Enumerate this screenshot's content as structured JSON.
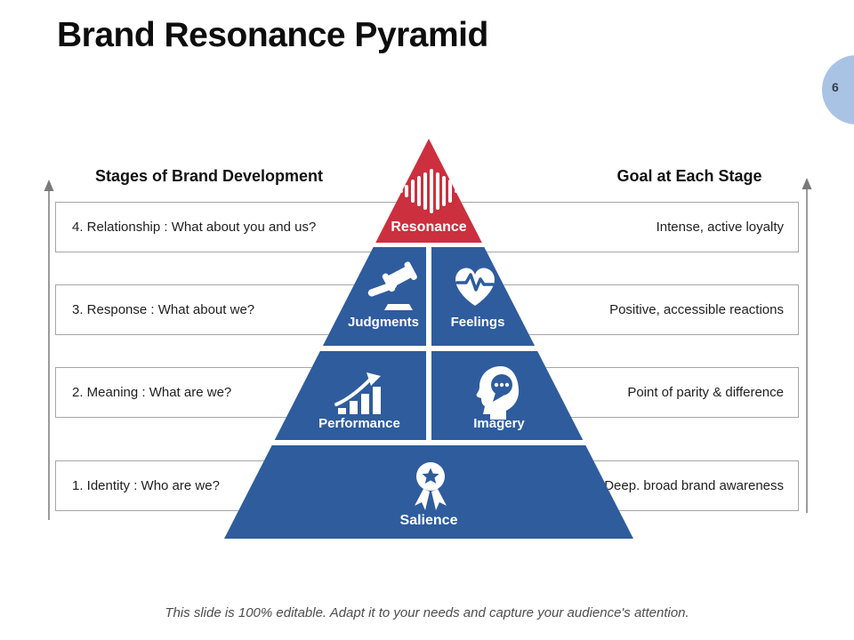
{
  "slide": {
    "title": "Brand Resonance Pyramid",
    "page_number": "6",
    "footer": "This slide is 100% editable. Adapt it to your needs and capture your audience's attention."
  },
  "table": {
    "left_header": "Stages of Brand Development",
    "right_header": "Goal at Each Stage",
    "rows": [
      {
        "stage": "4. Relationship : What about you and us?",
        "goal": "Intense,  active loyalty"
      },
      {
        "stage": "3. Response : What about we?",
        "goal": "Positive, accessible reactions"
      },
      {
        "stage": "2. Meaning : What are we?",
        "goal": "Point of parity & difference"
      },
      {
        "stage": "1. Identity  : Who are we?",
        "goal": "Deep. broad brand awareness"
      }
    ]
  },
  "pyramid": {
    "levels": [
      {
        "label": "Resonance",
        "icon": "sound-wave-icon",
        "color": "#cc2f3e"
      },
      {
        "label": "Judgments",
        "icon": "gavel-icon",
        "color": "#2e5c9d"
      },
      {
        "label": "Feelings",
        "icon": "heart-pulse-icon",
        "color": "#2e5c9d"
      },
      {
        "label": "Performance",
        "icon": "growth-chart-icon",
        "color": "#2e5c9d"
      },
      {
        "label": "Imagery",
        "icon": "head-speech-icon",
        "color": "#2e5c9d"
      },
      {
        "label": "Salience",
        "icon": "award-ribbon-icon",
        "color": "#2e5c9d"
      }
    ]
  },
  "decorations": {
    "left_axis": "up-arrow-icon",
    "right_axis": "up-arrow-icon",
    "arrow_color": "#7a7a7a",
    "box_border_color": "#a6a6a6",
    "page_tab_color": "#a9c3e5"
  }
}
